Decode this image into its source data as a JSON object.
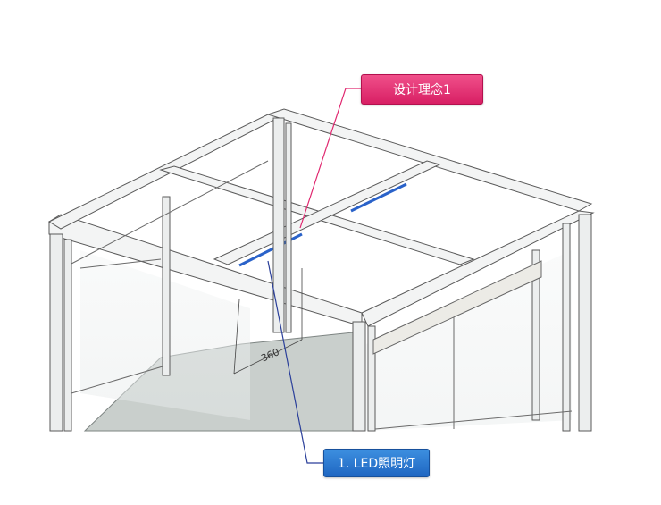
{
  "callouts": {
    "concept_label": "设计理念1",
    "led_label": "1. LED照明灯"
  },
  "drawing": {
    "dimension_label": "360"
  },
  "colors": {
    "concept_accent": "#e0276f",
    "led_accent": "#2a72cc",
    "frame_stroke": "#5a5a5a",
    "floor_fill": "#c9cfcc"
  }
}
